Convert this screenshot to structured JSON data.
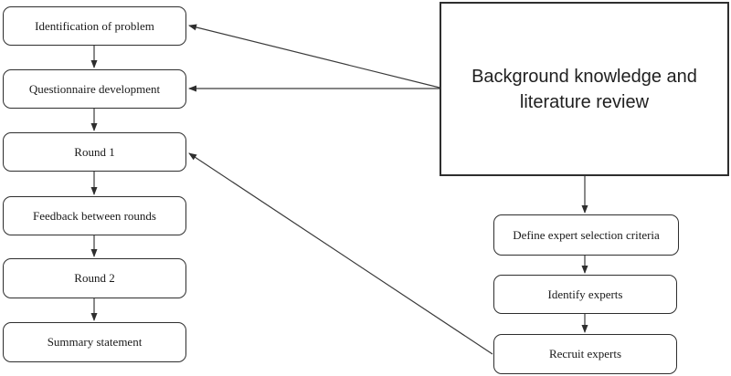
{
  "diagram": {
    "type": "flowchart",
    "nodes": {
      "identification": {
        "label": "Identification of problem"
      },
      "questionnaire": {
        "label": "Questionnaire development"
      },
      "round1": {
        "label": "Round 1"
      },
      "feedback": {
        "label": "Feedback between rounds"
      },
      "round2": {
        "label": "Round 2"
      },
      "summary": {
        "label": "Summary statement"
      },
      "background": {
        "label": "Background knowledge and literature review"
      },
      "criteria": {
        "label": "Define expert selection criteria"
      },
      "identify": {
        "label": "Identify experts"
      },
      "recruit": {
        "label": "Recruit experts"
      }
    },
    "edges": [
      {
        "from": "identification",
        "to": "questionnaire"
      },
      {
        "from": "questionnaire",
        "to": "round1"
      },
      {
        "from": "round1",
        "to": "feedback"
      },
      {
        "from": "feedback",
        "to": "round2"
      },
      {
        "from": "round2",
        "to": "summary"
      },
      {
        "from": "background",
        "to": "identification"
      },
      {
        "from": "background",
        "to": "questionnaire"
      },
      {
        "from": "background",
        "to": "criteria"
      },
      {
        "from": "criteria",
        "to": "identify"
      },
      {
        "from": "identify",
        "to": "recruit"
      },
      {
        "from": "recruit",
        "to": "round1"
      }
    ],
    "colors": {
      "box_border": "#2e2e2e",
      "arrow": "#3a3a3a",
      "background": "#ffffff",
      "text": "#1a1a1a"
    }
  }
}
